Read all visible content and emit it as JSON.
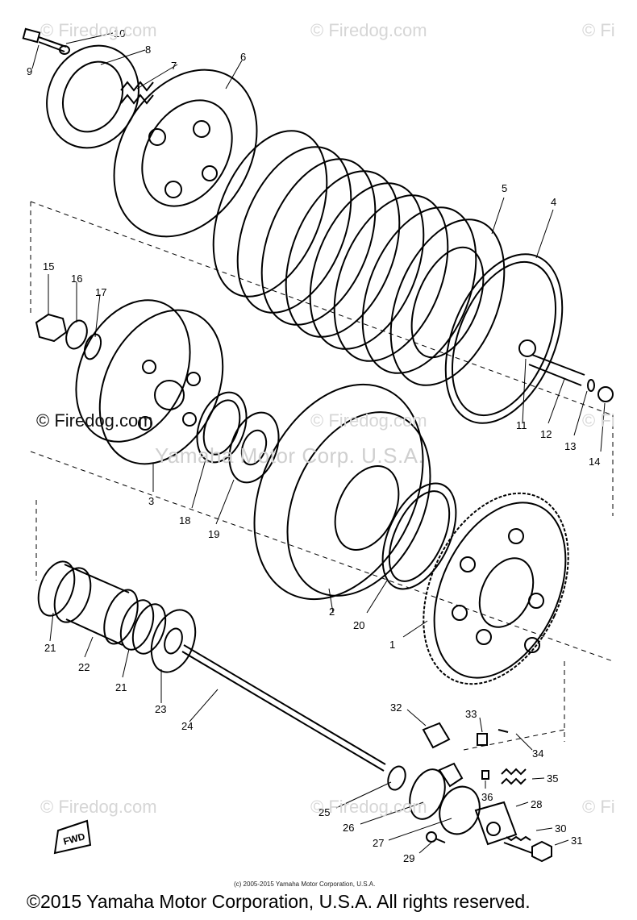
{
  "watermarks": {
    "text": "© Firedog.com",
    "text_short": "© Fi",
    "dark_text": "© Firedog.com"
  },
  "overlay": {
    "text": "Yamaha Motor Corp. U.S.A."
  },
  "fwd_label": "FWD",
  "credit_small": "(c) 2005-2015 Yamaha Motor Corporation, U.S.A.",
  "footer": "©2015 Yamaha Motor Corporation, U.S.A. All rights reserved.",
  "part_numbers": [
    "1",
    "2",
    "3",
    "4",
    "5",
    "6",
    "7",
    "8",
    "9",
    "10",
    "11",
    "12",
    "13",
    "14",
    "15",
    "16",
    "17",
    "18",
    "19",
    "20",
    "21",
    "21",
    "22",
    "23",
    "24",
    "25",
    "26",
    "27",
    "28",
    "29",
    "30",
    "31",
    "32",
    "33",
    "34",
    "35",
    "36"
  ],
  "colors": {
    "line": "#000000",
    "watermark": "#d6d6d6",
    "background": "#ffffff"
  }
}
